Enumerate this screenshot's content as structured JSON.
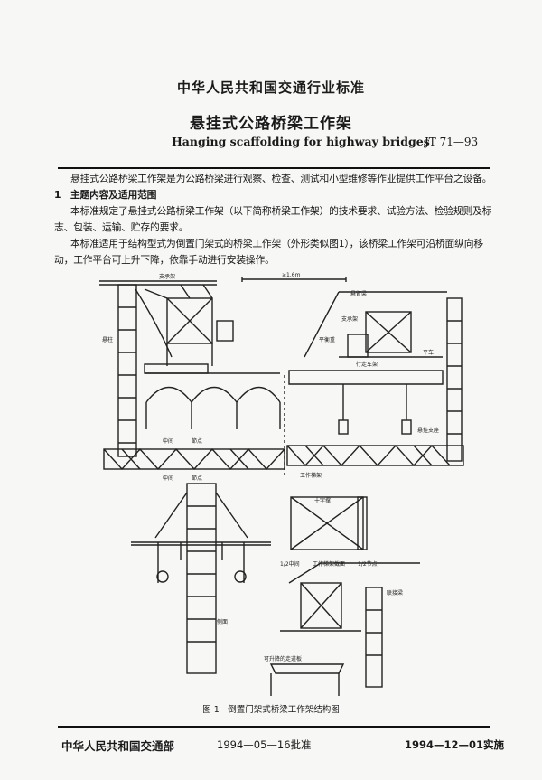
{
  "header": {
    "issuer": "中华人民共和国交通行业标准"
  },
  "title": {
    "zh": "悬挂式公路桥梁工作架",
    "en": "Hanging scaffolding for highway bridges",
    "code": "JT 71—93"
  },
  "body": {
    "intro": "悬挂式公路桥梁工作架是为公路桥梁进行观察、检查、测试和小型维修等作业提供工作平台之设备。",
    "section1_title": "1　主题内容及适用范围",
    "para1": "本标准规定了悬挂式公路桥梁工作架（以下简称桥梁工作架）的技术要求、试验方法、检验规则及标志、包装、运输、贮存的要求。",
    "para2": "本标准适用于结构型式为倒置门架式的桥梁工作架（外形类似图1），该桥梁工作架可沿桥面纵向移动，工作平台可上升下降，依靠手动进行安装操作。"
  },
  "figure": {
    "labels": {
      "support_frame": "支承架",
      "dimension": "≥1.6m",
      "column": "悬柱",
      "cantilever": "悬臂梁",
      "support_frame_right": "支承架",
      "counterweight": "平衡重",
      "flat_car": "平车",
      "wheel_frame": "行走车架",
      "hanging_support": "悬挂支座",
      "mid1": "中间",
      "node1": "節点",
      "mid2": "中间",
      "node2": "節点",
      "work_ladder": "工作梯架",
      "cross_brace": "十字撑",
      "half_mid": "1/2中间",
      "ladder_section": "工作梯架截面",
      "half_node": "1/2节点",
      "connecting_beam": "联接梁",
      "side": "侧面",
      "liftable": "可升降的走道板"
    },
    "caption": "图 1　倒置门架式桥梁工作架结构图"
  },
  "footer": {
    "organization": "中华人民共和国交通部",
    "approved": "1994—05—16批准",
    "implemented": "1994—12—01实施"
  }
}
